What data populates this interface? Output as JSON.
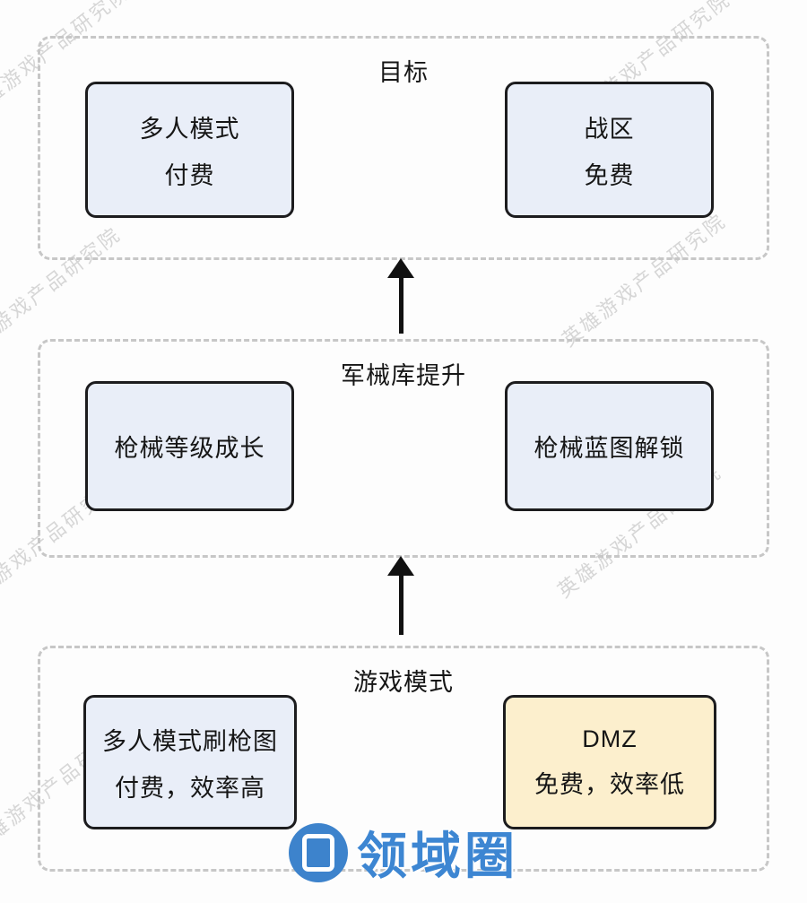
{
  "watermark": {
    "text": "英雄游戏产品研究院"
  },
  "sections": [
    {
      "title": "目标",
      "boxes": [
        {
          "lines": [
            "多人模式",
            "付费"
          ],
          "style": "blue"
        },
        {
          "lines": [
            "战区",
            "免费"
          ],
          "style": "blue"
        }
      ]
    },
    {
      "title": "军械库提升",
      "boxes": [
        {
          "lines": [
            "枪械等级成长"
          ],
          "style": "blue"
        },
        {
          "lines": [
            "枪械蓝图解锁"
          ],
          "style": "blue"
        }
      ]
    },
    {
      "title": "游戏模式",
      "boxes": [
        {
          "lines": [
            "多人模式刷枪图",
            "付费，效率高"
          ],
          "style": "blue"
        },
        {
          "lines": [
            "DMZ",
            "免费，效率低"
          ],
          "style": "yellow"
        }
      ]
    }
  ],
  "logo": {
    "text": "领域圈"
  },
  "colors": {
    "box_blue": "#e9eef8",
    "box_yellow": "#fcefcd",
    "box_border": "#1c1c1e",
    "dashed_border": "#c7c7c7",
    "logo_blue": "#3d86d2",
    "watermark_gray": "#d6d6d6"
  }
}
